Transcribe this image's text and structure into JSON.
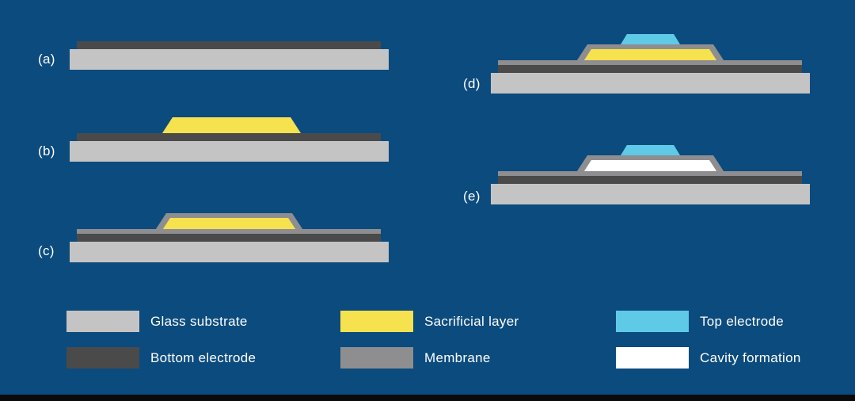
{
  "figure": {
    "description": "Five-step microfabrication cross-section process diagram, steps (a) through (e), with color legend"
  },
  "colors": {
    "background": "#0c4b7e",
    "glass_substrate": "#c4c4c4",
    "bottom_electrode": "#4a4a4a",
    "sacrificial_layer": "#f6e14e",
    "membrane": "#8e8e90",
    "top_electrode": "#5fc9e8",
    "cavity_formation": "#ffffff",
    "text": "#ffffff",
    "footer_bar": "#0a0a0a"
  },
  "steps": [
    {
      "label": "(a)",
      "layers": [
        "Glass substrate",
        "Bottom electrode"
      ]
    },
    {
      "label": "(b)",
      "layers": [
        "Glass substrate",
        "Bottom electrode",
        "Sacrificial layer"
      ]
    },
    {
      "label": "(c)",
      "layers": [
        "Glass substrate",
        "Bottom electrode",
        "Sacrificial layer",
        "Membrane"
      ]
    },
    {
      "label": "(d)",
      "layers": [
        "Glass substrate",
        "Bottom electrode",
        "Sacrificial layer",
        "Membrane",
        "Top electrode"
      ]
    },
    {
      "label": "(e)",
      "layers": [
        "Glass substrate",
        "Bottom electrode",
        "Membrane",
        "Top electrode",
        "Cavity formation"
      ]
    }
  ],
  "legend": {
    "items": [
      {
        "label": "Glass substrate",
        "color": "#c4c4c4"
      },
      {
        "label": "Bottom electrode",
        "color": "#4a4a4a"
      },
      {
        "label": "Sacrificial layer",
        "color": "#f6e14e"
      },
      {
        "label": "Membrane",
        "color": "#8e8e90"
      },
      {
        "label": "Top electrode",
        "color": "#5fc9e8"
      },
      {
        "label": "Cavity formation",
        "color": "#ffffff"
      }
    ]
  }
}
